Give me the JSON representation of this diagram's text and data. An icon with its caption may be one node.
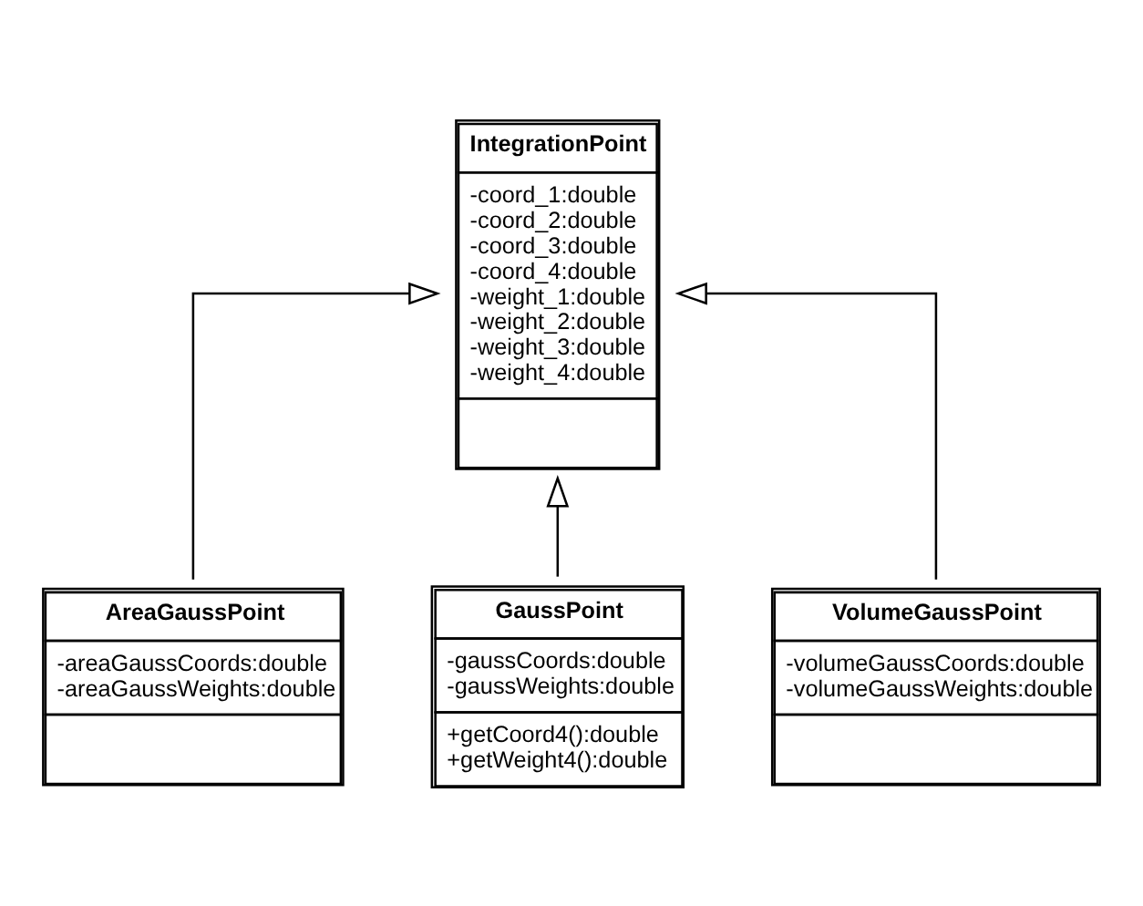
{
  "diagram": {
    "nodes": [
      {
        "text": [
          "IntegrationPoint",
          "-coord_1:double",
          "-coord_2:double",
          "-coord_3:double",
          "-coord_4:double",
          "-weight_1:double",
          "-weight_2:double",
          "-weight_3:double",
          "-weight_4:double"
        ]
      },
      {
        "text": [
          "AreaGaussPoint",
          "-areaGaussCoords:double",
          "-areaGaussWeights:double"
        ]
      },
      {
        "text": [
          "GaussPoint",
          "-gaussCoords:double",
          "-gaussWeights:double",
          "+getCoord4():double",
          "+getWeight4():double"
        ]
      },
      {
        "text": [
          "VolumeGaussPoint",
          "-volumeGaussCoords:double",
          "-volumeGaussWeights:double"
        ]
      }
    ],
    "edges": [
      {
        "from": 1,
        "to": 0,
        "arrow": "to"
      },
      {
        "from": 2,
        "to": 0,
        "arrow": "to"
      },
      {
        "from": 3,
        "to": 0,
        "arrow": "to"
      }
    ]
  }
}
